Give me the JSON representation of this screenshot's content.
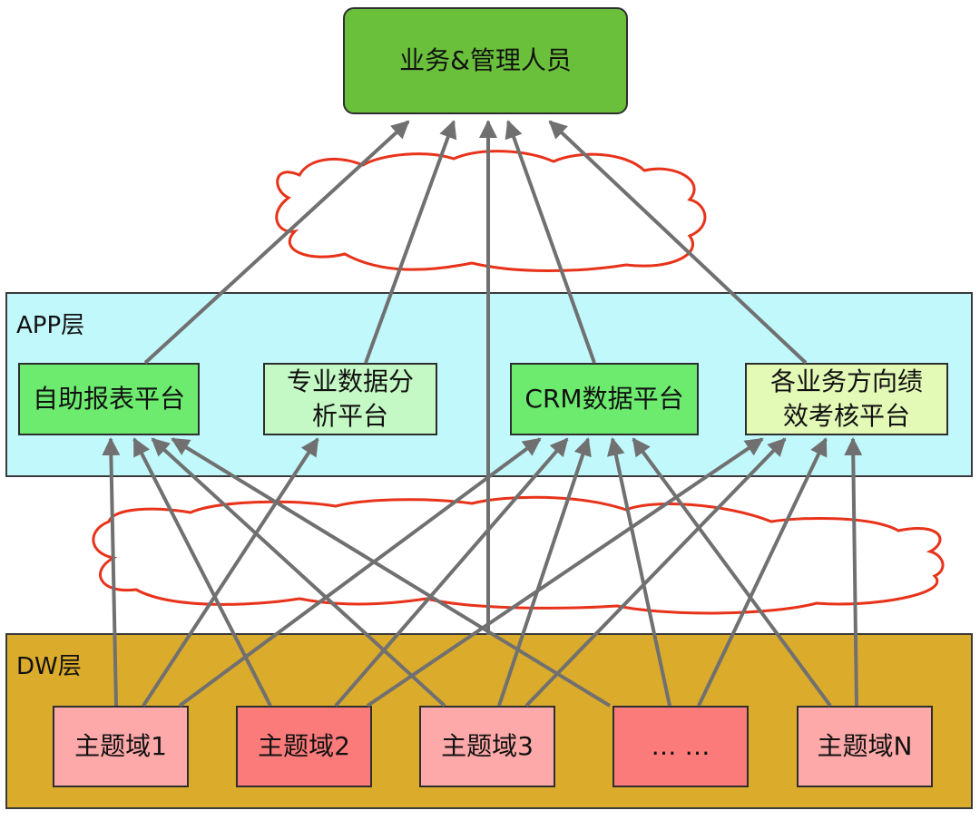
{
  "top": {
    "label": "业务&管理人员",
    "color": "#6ac03b"
  },
  "app_layer": {
    "label": "APP层",
    "color": "#c0f8fb",
    "nodes": [
      {
        "label": "自助报表平台",
        "color": "#6ceb6f"
      },
      {
        "label": "专业数据分析平台",
        "line1": "专业数据分",
        "line2": "析平台",
        "color": "#c4f8c4"
      },
      {
        "label": "CRM数据平台",
        "color": "#6ceb6f"
      },
      {
        "label": "各业务方向绩效考核平台",
        "line1": "各业务方向绩",
        "line2": "效考核平台",
        "color": "#e3f9b6"
      }
    ]
  },
  "dw_layer": {
    "label": "DW层",
    "color": "#dbab2b",
    "nodes": [
      {
        "label": "主题域1",
        "color": "#fda9a9"
      },
      {
        "label": "主题域2",
        "color": "#fb7b7b"
      },
      {
        "label": "主题域3",
        "color": "#fda9a9"
      },
      {
        "label": "… …",
        "color": "#fb7b7b"
      },
      {
        "label": "主题域N",
        "color": "#fda9a9"
      }
    ]
  },
  "colors": {
    "arrow": "#707070",
    "cloud": "#e8321a",
    "border": "#2e2e2e"
  }
}
